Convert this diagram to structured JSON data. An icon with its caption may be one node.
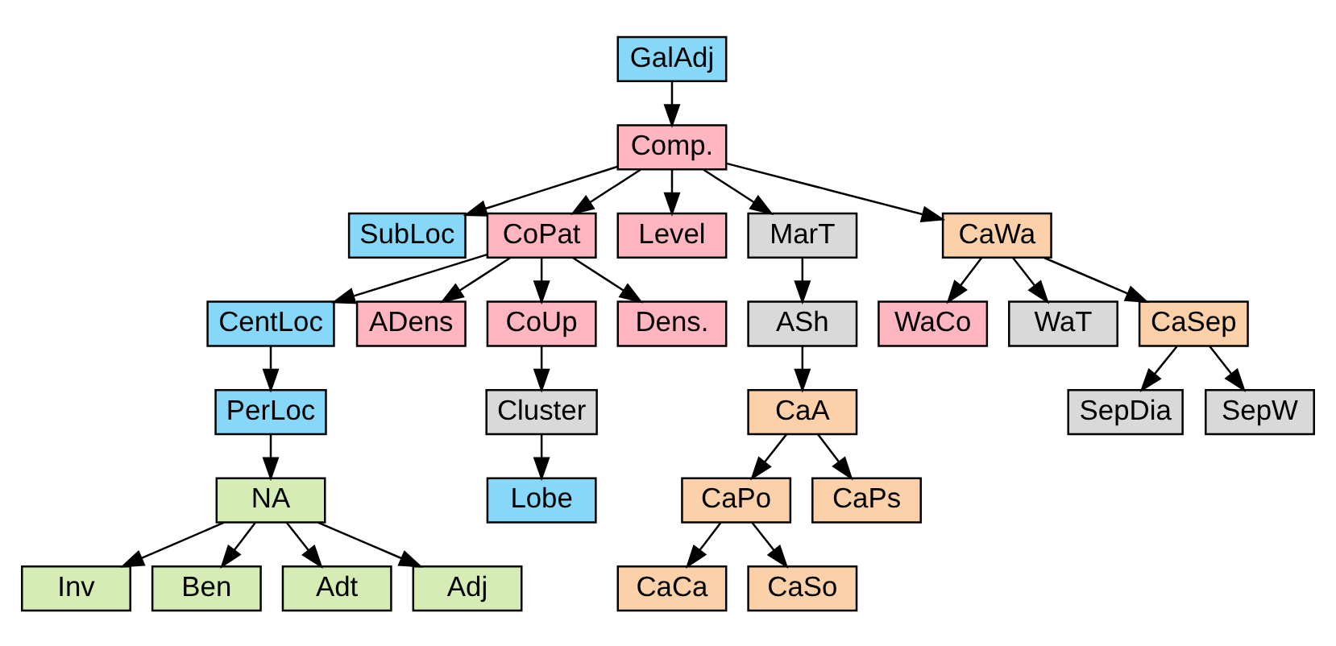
{
  "diagram": {
    "nodes": [
      {
        "text": [
          "GalAdj"
        ]
      },
      {
        "text": [
          "Comp."
        ]
      },
      {
        "text": [
          "SubLoc"
        ]
      },
      {
        "text": [
          "CoPat"
        ]
      },
      {
        "text": [
          "Level"
        ]
      },
      {
        "text": [
          "MarT"
        ]
      },
      {
        "text": [
          "CaWa"
        ]
      },
      {
        "text": [
          "CentLoc"
        ]
      },
      {
        "text": [
          "ADens"
        ]
      },
      {
        "text": [
          "CoUp"
        ]
      },
      {
        "text": [
          "Dens."
        ]
      },
      {
        "text": [
          "ASh"
        ]
      },
      {
        "text": [
          "WaCo"
        ]
      },
      {
        "text": [
          "WaT"
        ]
      },
      {
        "text": [
          "CaSep"
        ]
      },
      {
        "text": [
          "PerLoc"
        ]
      },
      {
        "text": [
          "Cluster"
        ]
      },
      {
        "text": [
          "CaA"
        ]
      },
      {
        "text": [
          "SepDia"
        ]
      },
      {
        "text": [
          "SepW"
        ]
      },
      {
        "text": [
          "NA"
        ]
      },
      {
        "text": [
          "Lobe"
        ]
      },
      {
        "text": [
          "CaPo"
        ]
      },
      {
        "text": [
          "CaPs"
        ]
      },
      {
        "text": [
          "Inv"
        ]
      },
      {
        "text": [
          "Ben"
        ]
      },
      {
        "text": [
          "Adt"
        ]
      },
      {
        "text": [
          "Adj"
        ]
      },
      {
        "text": [
          "CaCa"
        ]
      },
      {
        "text": [
          "CaSo"
        ]
      }
    ],
    "edges": [
      {
        "from": 0,
        "to": 1,
        "arrow": "to"
      },
      {
        "from": 1,
        "to": 2,
        "arrow": "to"
      },
      {
        "from": 1,
        "to": 3,
        "arrow": "to"
      },
      {
        "from": 1,
        "to": 4,
        "arrow": "to"
      },
      {
        "from": 1,
        "to": 5,
        "arrow": "to"
      },
      {
        "from": 1,
        "to": 6,
        "arrow": "to"
      },
      {
        "from": 3,
        "to": 7,
        "arrow": "to"
      },
      {
        "from": 3,
        "to": 8,
        "arrow": "to"
      },
      {
        "from": 3,
        "to": 9,
        "arrow": "to"
      },
      {
        "from": 3,
        "to": 10,
        "arrow": "to"
      },
      {
        "from": 5,
        "to": 11,
        "arrow": "to"
      },
      {
        "from": 6,
        "to": 12,
        "arrow": "to"
      },
      {
        "from": 6,
        "to": 13,
        "arrow": "to"
      },
      {
        "from": 6,
        "to": 14,
        "arrow": "to"
      },
      {
        "from": 7,
        "to": 15,
        "arrow": "to"
      },
      {
        "from": 9,
        "to": 16,
        "arrow": "to"
      },
      {
        "from": 11,
        "to": 17,
        "arrow": "to"
      },
      {
        "from": 14,
        "to": 18,
        "arrow": "to"
      },
      {
        "from": 14,
        "to": 19,
        "arrow": "to"
      },
      {
        "from": 15,
        "to": 20,
        "arrow": "to"
      },
      {
        "from": 16,
        "to": 21,
        "arrow": "to"
      },
      {
        "from": 17,
        "to": 22,
        "arrow": "to"
      },
      {
        "from": 17,
        "to": 23,
        "arrow": "to"
      },
      {
        "from": 20,
        "to": 24,
        "arrow": "to"
      },
      {
        "from": 20,
        "to": 25,
        "arrow": "to"
      },
      {
        "from": 20,
        "to": 26,
        "arrow": "to"
      },
      {
        "from": 20,
        "to": 27,
        "arrow": "to"
      },
      {
        "from": 22,
        "to": 28,
        "arrow": "to"
      },
      {
        "from": 22,
        "to": 29,
        "arrow": "to"
      }
    ]
  }
}
